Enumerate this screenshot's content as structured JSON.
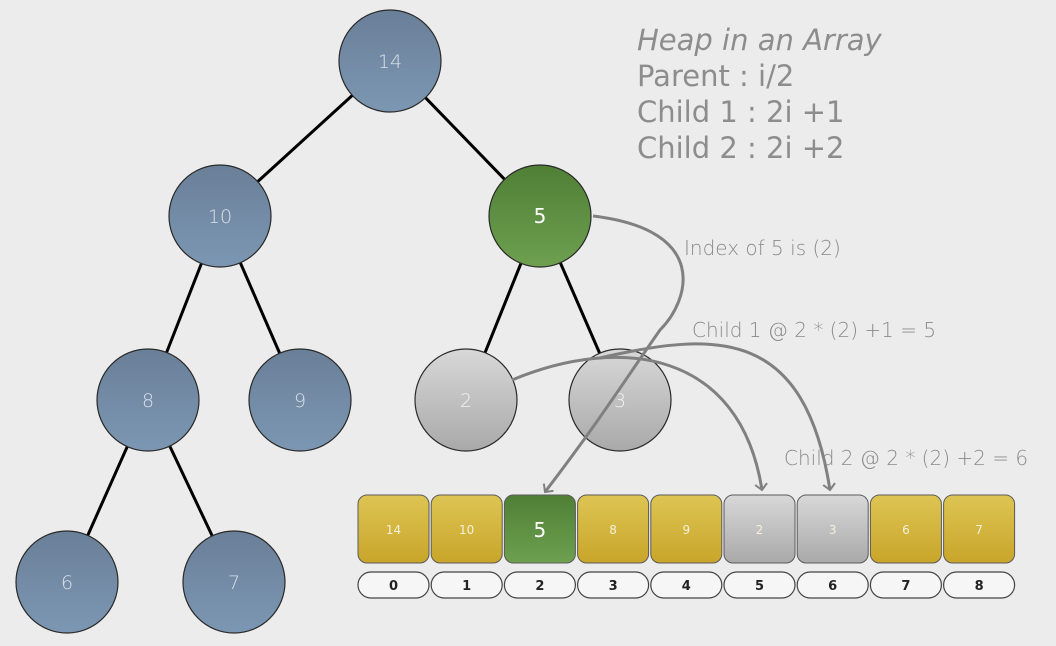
{
  "colors": {
    "blue_node": "#6f88a4",
    "green_node": "#5a8d3f",
    "gray_node": "#bdbdbd",
    "gold_cell": "#d4b53a",
    "edge": "#000000",
    "arrow": "#808080",
    "background": "#ececec"
  },
  "info": {
    "title": "Heap in an Array",
    "line1": "Parent  : i/2",
    "line2": "Child 1 : 2i +1",
    "line3": "Child 2 : 2i +2"
  },
  "annotations": {
    "index_note": "Index of 5 is (2)",
    "child1_note": "Child 1 @ 2 * (2) +1 = 5",
    "child2_note": "Child 2 @ 2 * (2) +2 = 6"
  },
  "tree": {
    "nodes": [
      {
        "id": "n14",
        "label": "14",
        "style": "blue"
      },
      {
        "id": "n10",
        "label": "10",
        "style": "blue"
      },
      {
        "id": "n5",
        "label": "5",
        "style": "green"
      },
      {
        "id": "n8",
        "label": "8",
        "style": "blue"
      },
      {
        "id": "n9",
        "label": "9",
        "style": "blue"
      },
      {
        "id": "n2",
        "label": "2",
        "style": "gray"
      },
      {
        "id": "n3",
        "label": "3",
        "style": "gray"
      },
      {
        "id": "n6",
        "label": "6",
        "style": "blue"
      },
      {
        "id": "n7",
        "label": "7",
        "style": "blue"
      }
    ],
    "edges": [
      [
        "n14",
        "n10"
      ],
      [
        "n14",
        "n5"
      ],
      [
        "n10",
        "n8"
      ],
      [
        "n10",
        "n9"
      ],
      [
        "n5",
        "n2"
      ],
      [
        "n5",
        "n3"
      ],
      [
        "n8",
        "n6"
      ],
      [
        "n8",
        "n7"
      ]
    ]
  },
  "array": {
    "cells": [
      {
        "value": "14",
        "style": "gold"
      },
      {
        "value": "10",
        "style": "gold"
      },
      {
        "value": "5",
        "style": "green"
      },
      {
        "value": "8",
        "style": "gold"
      },
      {
        "value": "9",
        "style": "gold"
      },
      {
        "value": "2",
        "style": "gray"
      },
      {
        "value": "3",
        "style": "gray"
      },
      {
        "value": "6",
        "style": "gold"
      },
      {
        "value": "7",
        "style": "gold"
      }
    ],
    "indices": [
      "0",
      "1",
      "2",
      "3",
      "4",
      "5",
      "6",
      "7",
      "8"
    ]
  }
}
